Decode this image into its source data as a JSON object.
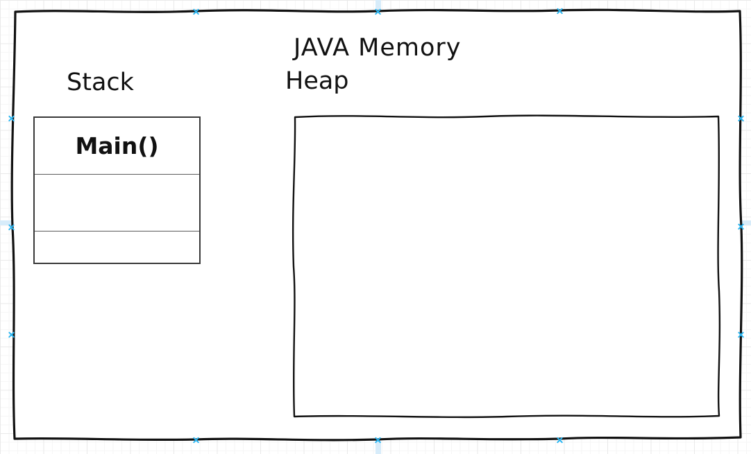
{
  "canvas": {
    "title": "JAVA Memory",
    "labels": {
      "stack": "Stack",
      "heap": "Heap"
    },
    "stack_frames": [
      {
        "label": "Main()"
      },
      {
        "label": ""
      },
      {
        "label": ""
      }
    ],
    "colors": {
      "sketch_stroke": "#111111",
      "connection_point": "#29b6f2",
      "page_boundary": "#d7ecfa",
      "grid_major": "#e9e9e9",
      "grid_minor": "#f6f6f6",
      "table_border": "#383838"
    }
  }
}
